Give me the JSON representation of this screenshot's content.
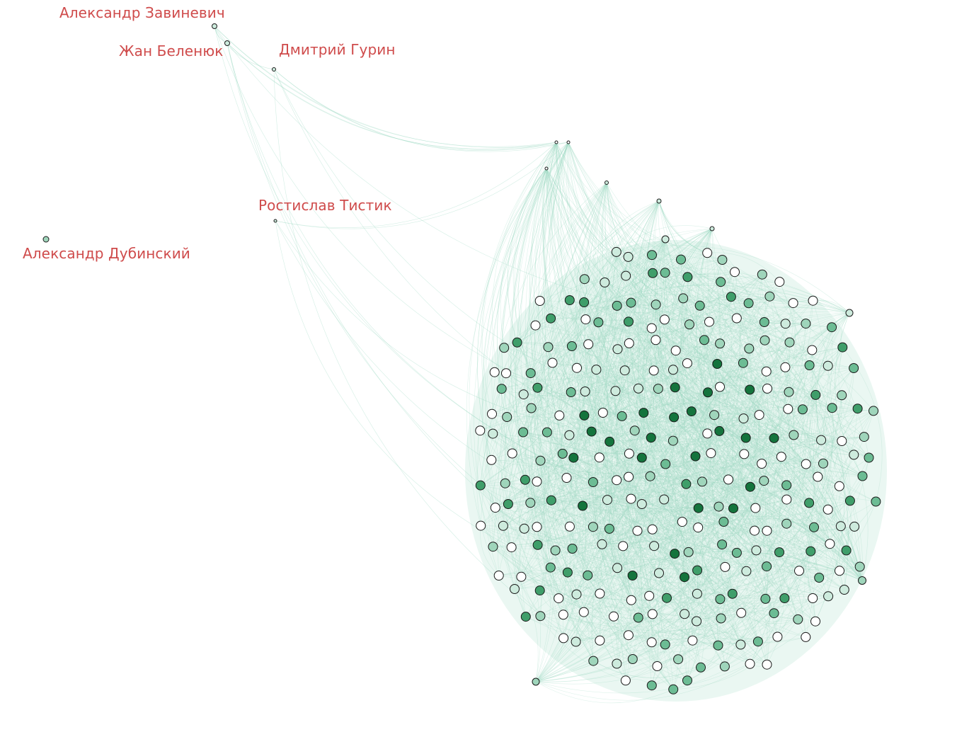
{
  "labels": [
    {
      "id": "zavinevich",
      "text": "Александр Завиневич"
    },
    {
      "id": "belenyuk",
      "text": "Жан Беленюк"
    },
    {
      "id": "gurin",
      "text": "Дмитрий Гурин"
    },
    {
      "id": "tistik",
      "text": "Ростислав Тистик"
    },
    {
      "id": "dubinsky",
      "text": "Александр Дубинский"
    }
  ],
  "colors": {
    "edge": "#9ed9c3",
    "node_stroke": "#1a1a1a",
    "label": "#cf4b4b",
    "node_fill_scale": [
      "#ffffff",
      "#cdebdd",
      "#9fd5bb",
      "#6cbc94",
      "#3f9e6a",
      "#14743d"
    ]
  }
}
